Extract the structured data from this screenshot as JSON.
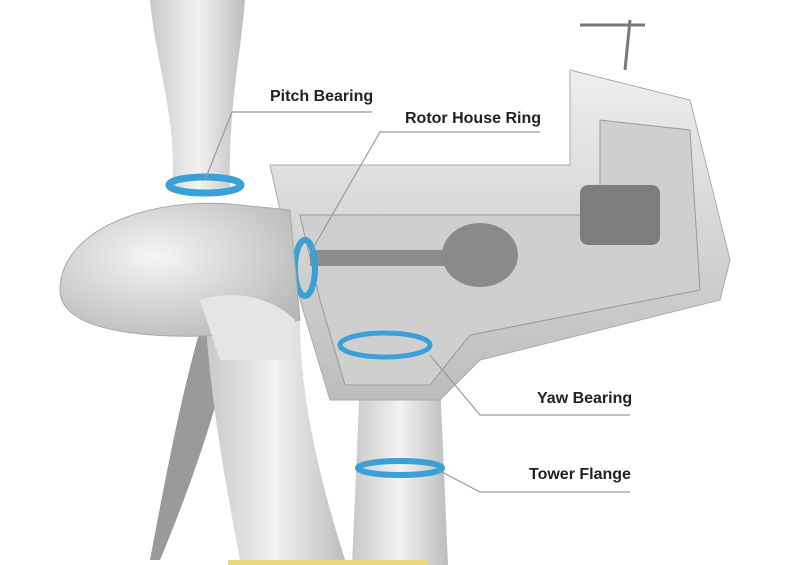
{
  "labels": {
    "pitch_bearing": "Pitch Bearing",
    "rotor_house_ring": "Rotor House Ring",
    "yaw_bearing": "Yaw Bearing",
    "tower_flange": "Tower Flange"
  },
  "colors": {
    "bearing": "#3aa0d8",
    "leader": "#9a9a9a",
    "body": "#d9d9d9"
  }
}
